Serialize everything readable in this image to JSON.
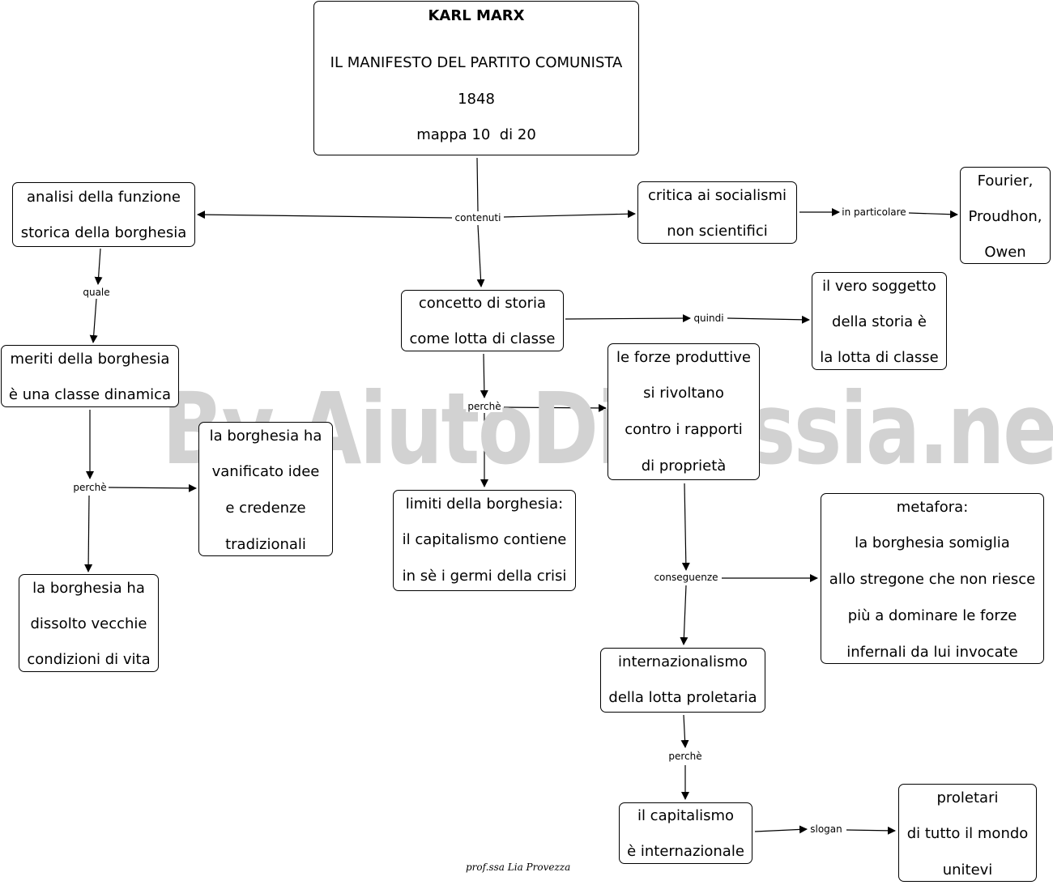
{
  "header": {
    "title": "KARL MARX",
    "subtitle": "IL MANIFESTO DEL PARTITO COMUNISTA",
    "year": "1848",
    "map_index": "mappa 10  di 20"
  },
  "nodes": {
    "analisi": [
      "analisi della funzione",
      "storica della borghesia"
    ],
    "critica": [
      "critica ai socialismi",
      "non scientifici"
    ],
    "fourier": [
      "Fourier,",
      "Proudhon,",
      "Owen"
    ],
    "concetto": [
      "concetto di storia",
      "come lotta di classe"
    ],
    "soggetto": [
      "il vero soggetto",
      "della storia è",
      "la lotta di classe"
    ],
    "meriti": [
      "meriti della borghesia",
      "è una classe dinamica"
    ],
    "forze": [
      "le forze produttive",
      "si rivoltano",
      "contro i rapporti",
      "di proprietà"
    ],
    "vanificato": [
      "la borghesia ha",
      "vanificato idee",
      "e credenze",
      "tradizionali"
    ],
    "limiti": [
      "limiti della borghesia:",
      "il capitalismo contiene",
      "in sè i germi della crisi"
    ],
    "metafora": [
      "metafora:",
      "la borghesia somiglia",
      "allo stregone che non riesce",
      "più a dominare le forze",
      "infernali da lui invocate"
    ],
    "dissolto": [
      "la borghesia ha",
      "dissolto vecchie",
      "condizioni di vita"
    ],
    "internazionalismo": [
      "internazionalismo",
      "della lotta proletaria"
    ],
    "capitalismo": [
      "il capitalismo",
      "è internazionale"
    ],
    "proletari": [
      "proletari",
      "di tutto il mondo",
      "unitevi"
    ]
  },
  "links": {
    "contenuti": "contenuti",
    "in_particolare": "in particolare",
    "quale": "quale",
    "quindi": "quindi",
    "perche_concetto": "perchè",
    "perche_meriti": "perchè",
    "conseguenze": "conseguenze",
    "perche_intern": "perchè",
    "slogan": "slogan"
  },
  "watermark": "By AiutoDislessia.net",
  "signature": "prof.ssa Lia Provezza"
}
